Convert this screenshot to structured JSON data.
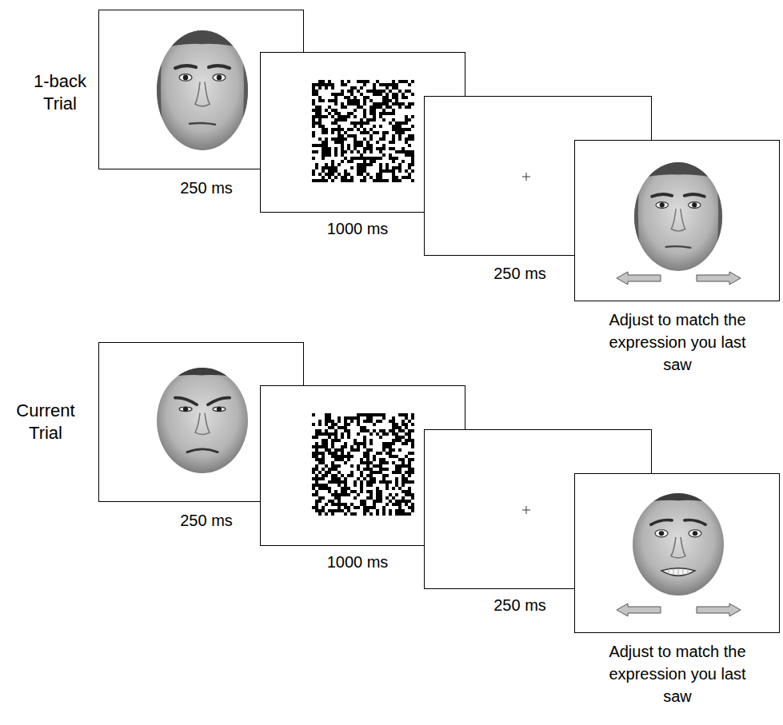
{
  "diagram": {
    "nodes": [
      {
        "text": [
          "250 ms"
        ]
      },
      {
        "text": [
          "1000 ms"
        ]
      },
      {
        "text": [
          "250 ms"
        ]
      },
      {
        "text": [
          "Adjust to match the expression you last saw"
        ]
      },
      {
        "text": [
          "250 ms"
        ]
      },
      {
        "text": [
          "1000 ms"
        ]
      },
      {
        "text": [
          "250 ms"
        ]
      },
      {
        "text": [
          "Adjust to match the expression you last saw"
        ]
      }
    ],
    "labels": [
      "1-back Trial",
      "Current Trial"
    ]
  }
}
